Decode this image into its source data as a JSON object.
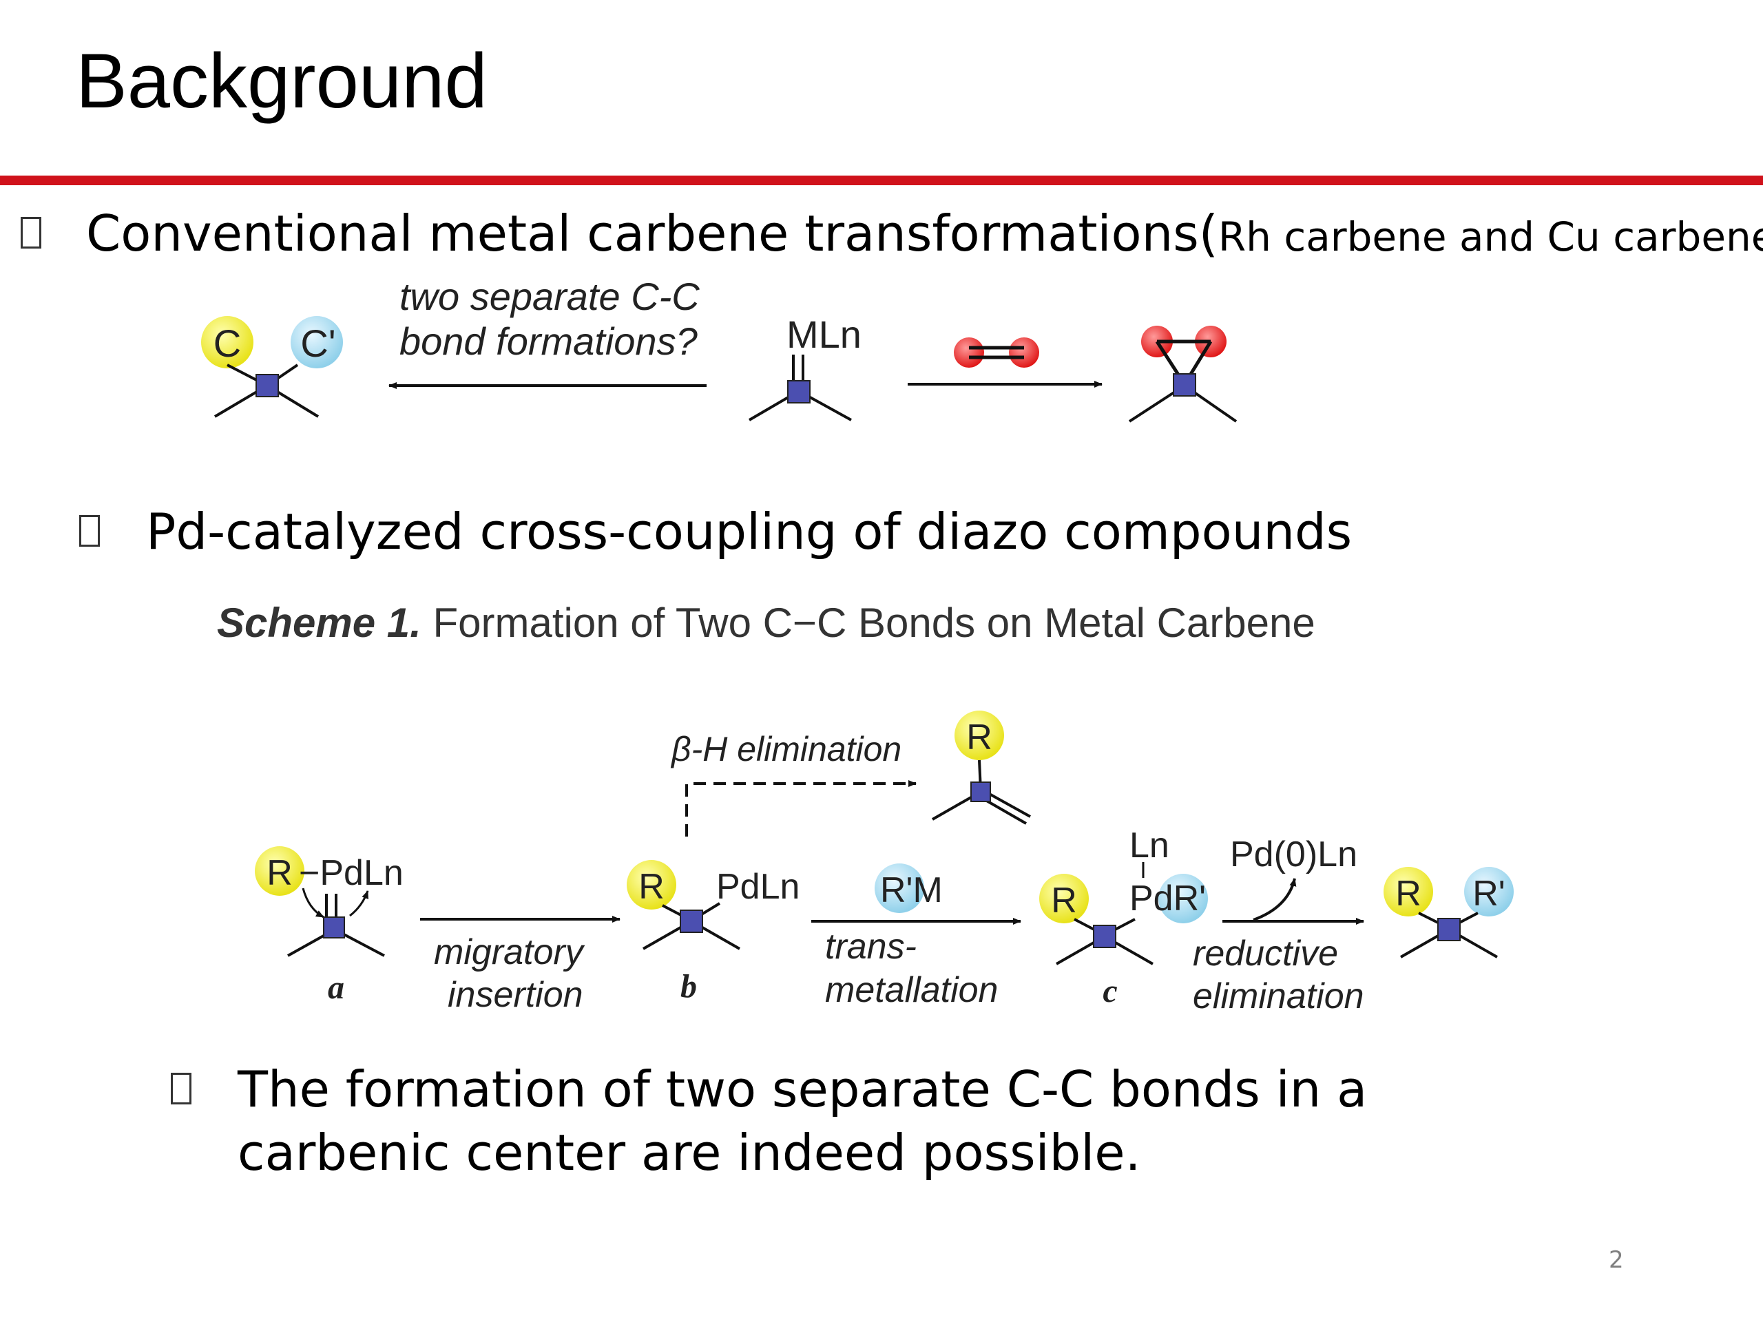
{
  "slide": {
    "title": "Background",
    "page_number": "2",
    "accent_color": "#d0121b"
  },
  "bullets": [
    {
      "main": "Conventional metal carbene transformations(",
      "small": "Rh carbene and Cu carbene",
      "tail": ")"
    },
    {
      "main": "Pd-catalyzed cross-coupling of diazo compounds"
    },
    {
      "line1": "The formation of two separate C-C bonds in a",
      "line2": "carbenic center are indeed possible."
    }
  ],
  "scheme_top": {
    "question_line1": "two separate C-C",
    "question_line2": "bond formations?",
    "metal_label": "MLn",
    "c_label": "C",
    "c_prime_label": "C'"
  },
  "scheme1": {
    "caption_bold": "Scheme 1.",
    "caption_rest": " Formation of Two C−C Bonds on Metal Carbene",
    "beta_label": "β-H elimination",
    "r_label": "R",
    "r_prime_label": "R'",
    "pdln_a": "−PdLn",
    "pdln_b": "PdLn",
    "rm_label": "R'M",
    "ln_label": "Ln",
    "pdr_label": "PdR'",
    "pd0_label": "Pd(0)Ln",
    "step1_line1": "migratory",
    "step1_line2": "insertion",
    "step2_line1": "trans-",
    "step2_line2": "metallation",
    "step3_line1": "reductive",
    "step3_line2": "elimination",
    "label_a": "a",
    "label_b": "b",
    "label_c": "c"
  }
}
